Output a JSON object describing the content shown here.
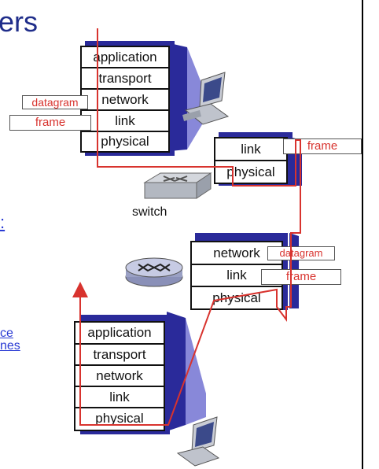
{
  "slide": {
    "title_fragment": "ers",
    "left_fragments": {
      "colon": ":",
      "ce": "ce",
      "nes": "nes"
    }
  },
  "host_top": {
    "layers": [
      "application",
      "transport",
      "network",
      "link",
      "physical"
    ],
    "tags": {
      "datagram": "datagram",
      "frame": "frame"
    }
  },
  "switch": {
    "label": "switch",
    "layers": [
      "link",
      "physical"
    ],
    "tags": {
      "frame": "frame"
    }
  },
  "router": {
    "layers": [
      "network",
      "link",
      "physical"
    ],
    "tags": {
      "datagram": "datagram",
      "frame": "frame"
    }
  },
  "host_bottom": {
    "layers": [
      "application",
      "transport",
      "network",
      "link",
      "physical"
    ]
  },
  "colors": {
    "title": "#1f2d8a",
    "path_line": "#d8332e",
    "stack_shadow": "#2a2a9a",
    "link_text": "#2a3bd4"
  }
}
